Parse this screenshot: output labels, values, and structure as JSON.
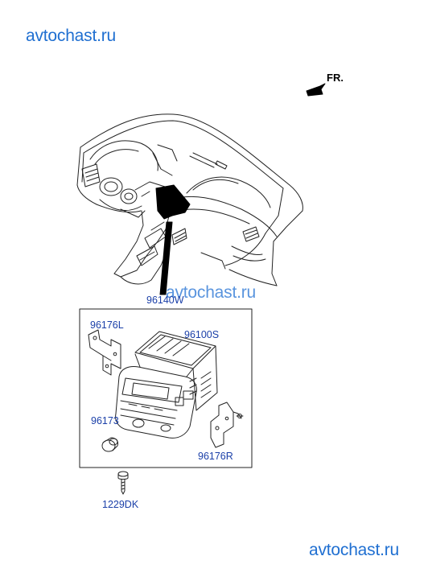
{
  "watermarks": {
    "top": "avtochast.ru",
    "middle": "avtochast.ru",
    "bottom": "avtochast.ru"
  },
  "orientation": {
    "label": "FR.",
    "icon": "forward-arrow-icon"
  },
  "parts": {
    "assembly": "96140W",
    "bracket_left": "96176L",
    "head_unit": "96100S",
    "knob": "96173",
    "bracket_right": "96176R",
    "screw": "1229DK"
  },
  "colors": {
    "label_text": "#1a3fa8",
    "watermark": "#1f6fd1",
    "line_art": "#222222",
    "fill_black": "#000000"
  }
}
